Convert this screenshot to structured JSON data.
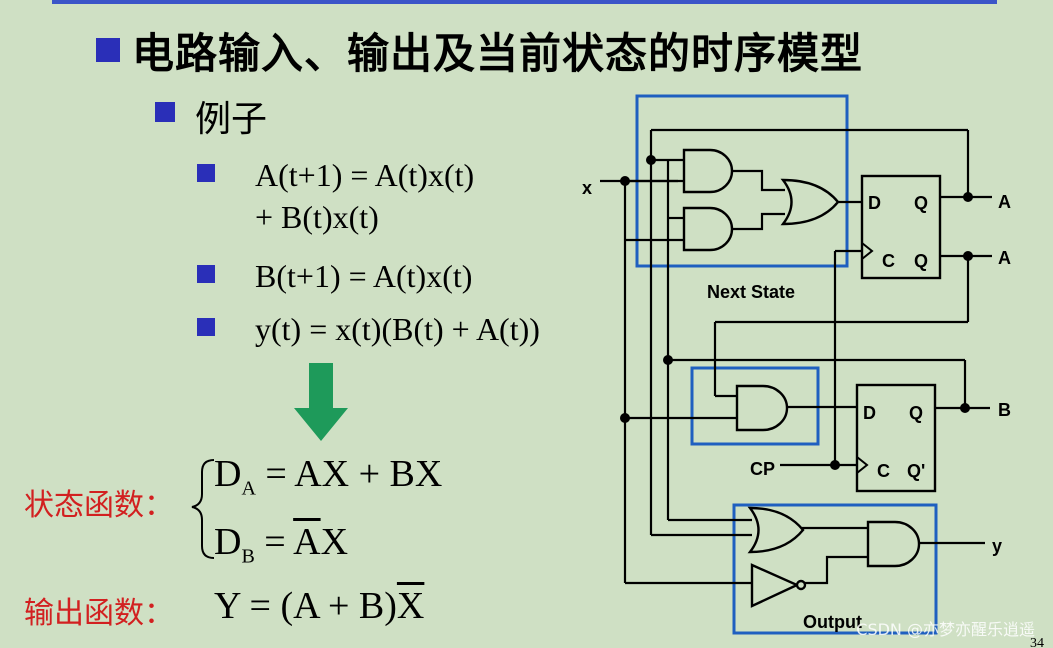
{
  "title": "电路输入、输出及当前状态的时序模型",
  "subtitle": "例子",
  "equations": [
    {
      "line1": "A(t+1) = A(t)x(t)",
      "line2": "+ B(t)x(t)"
    },
    {
      "line1": "B(t+1) = A(t)x(t)"
    },
    {
      "line1": "y(t) = x(t)(B(t) + A(t))"
    }
  ],
  "state_functions": {
    "label": "状态函数：",
    "da": {
      "lhs": "D",
      "sub": "A",
      "rhs": "= AX + BX"
    },
    "db": {
      "lhs": "D",
      "sub": "B",
      "eq": "= ",
      "rhs_over": "A",
      "rhs_rest": "X"
    }
  },
  "output_function": {
    "label": "输出函数：",
    "pre": "Y = (A + B)",
    "over": "X"
  },
  "circuit": {
    "input_x": "x",
    "clock": "CP",
    "ff_a": {
      "d": "D",
      "q": "Q",
      "c": "C",
      "qn": "Q"
    },
    "ff_b": {
      "d": "D",
      "q": "Q",
      "c": "C",
      "qn": "Q'"
    },
    "outputs": {
      "a": "A",
      "a_bar": "A",
      "b": "B",
      "y": "y"
    },
    "box_next_state": "Next State",
    "box_output": "Output",
    "colors": {
      "box": "#1f5fc0",
      "arrow": "#1e9a5a",
      "wire": "#000000"
    }
  },
  "watermark": "CSDN @亦梦亦醒乐逍遥",
  "page_number": "34"
}
